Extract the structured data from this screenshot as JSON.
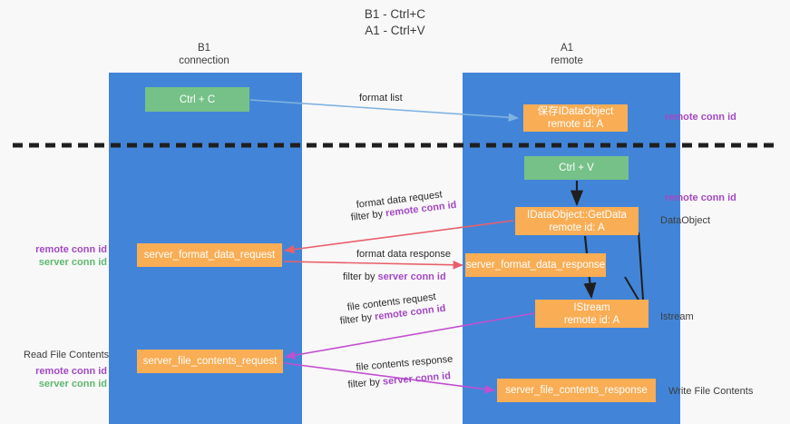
{
  "title": {
    "line1": "B1 - Ctrl+C",
    "line2": "A1 - Ctrl+V"
  },
  "lanes": [
    {
      "name": "B1",
      "sub": "connection",
      "color": "#4285d8"
    },
    {
      "name": "A1",
      "sub": "remote",
      "color": "#4285d8"
    }
  ],
  "boxes": {
    "ctrl_c": {
      "line1": "Ctrl + C",
      "line2": "",
      "color": "#76c188"
    },
    "save_idataobject": {
      "line1": "保存IDataObject",
      "line2": "remote id: A",
      "color": "#f9ad55"
    },
    "ctrl_v": {
      "line1": "Ctrl + V",
      "line2": "",
      "color": "#76c188"
    },
    "getdata": {
      "line1": "IDataObject::GetData",
      "line2": "remote id: A",
      "color": "#f9ad55"
    },
    "server_format_data_request": {
      "line1": "server_format_data_request",
      "line2": "",
      "color": "#f9ad55"
    },
    "server_format_data_response": {
      "line1": "server_format_data_response",
      "line2": "",
      "color": "#f9ad55"
    },
    "istream": {
      "line1": "IStream",
      "line2": "remote id: A",
      "color": "#f9ad55"
    },
    "server_file_contents_request": {
      "line1": "server_file_contents_request",
      "line2": "",
      "color": "#f9ad55"
    },
    "server_file_contents_response": {
      "line1": "server_file_contents_response",
      "line2": "",
      "color": "#f9ad55"
    }
  },
  "edge_labels": {
    "format_list": "format list",
    "format_data_request": "format data request",
    "format_data_request_filter_prefix": "filter by ",
    "format_data_request_filter_key": "remote conn id",
    "format_data_response": "format data response",
    "format_data_response_filter_prefix": "filter by ",
    "format_data_response_filter_key": "server conn id",
    "file_contents_request": "file contents request",
    "file_contents_request_filter_prefix": "filter by ",
    "file_contents_request_filter_key": "remote conn id",
    "file_contents_response": "file contents response",
    "file_contents_response_filter_prefix": "filter by ",
    "file_contents_response_filter_key": "server conn id"
  },
  "notes": {
    "remote_conn_id_top": "remote conn id",
    "remote_conn_id_mid": "remote conn id",
    "dataobject": "DataObject",
    "istream": "Istream",
    "write_file_contents": "Write File Contents",
    "read_file_contents": "Read File Contents",
    "left_remote_conn_id_1": "remote conn id",
    "left_server_conn_id_1": "server conn id",
    "left_remote_conn_id_2": "remote conn id",
    "left_server_conn_id_2": "server conn id"
  },
  "colors": {
    "lane": "#4285d8",
    "green_box": "#76c188",
    "orange_box": "#f9ad55",
    "purple_text": "#a349c4",
    "green_text": "#5fb86f",
    "arrow_blue": "#7fb3e0",
    "arrow_red": "#e8606a",
    "arrow_magenta": "#c24fd0",
    "arrow_black": "#222222",
    "divider": "#222222",
    "background": "#f8f8f8"
  }
}
